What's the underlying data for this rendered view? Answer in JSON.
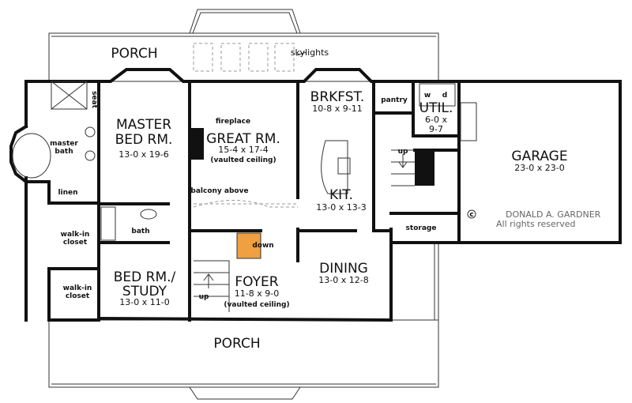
{
  "porch_top": "PORCH",
  "porch_bottom": "PORCH",
  "skylights": "skylights",
  "rooms": {
    "master": {
      "name1": "MASTER",
      "name2": "BED RM.",
      "dim": "13-0 x 19-6"
    },
    "great": {
      "name": "GREAT RM.",
      "dim": "15-4 x 17-4",
      "note": "(vaulted ceiling)"
    },
    "brkfst": {
      "name": "BRKFST.",
      "dim": "10-8 x 9-11"
    },
    "util": {
      "name": "UTIL.",
      "dim1": "6-0 x",
      "dim2": "9-7"
    },
    "garage": {
      "name": "GARAGE",
      "dim": "23-0 x 23-0"
    },
    "kit": {
      "name": "KIT.",
      "dim": "13-0 x 13-3"
    },
    "dining": {
      "name": "DINING",
      "dim": "13-0 x 12-8"
    },
    "foyer": {
      "name": "FOYER",
      "dim": "11-8 x 9-0",
      "note": "(vaulted ceiling)"
    },
    "study": {
      "name1": "BED RM./",
      "name2": "STUDY",
      "dim": "13-0 x 11-0"
    }
  },
  "labels": {
    "seat": "seat",
    "master_bath1": "master",
    "master_bath2": "bath",
    "linen": "linen",
    "walkin1a": "walk-in",
    "walkin1b": "closet",
    "walkin2a": "walk-in",
    "walkin2b": "closet",
    "bath": "bath",
    "fireplace": "fireplace",
    "balcony": "balcony above",
    "down": "down",
    "up_foyer": "up",
    "up_garage": "up",
    "pantry": "pantry",
    "washer": "w",
    "dryer": "d",
    "storage": "storage"
  },
  "copyright": {
    "symbol": "c",
    "line1": "DONALD A. GARDNER",
    "line2": "All rights reserved"
  },
  "colors": {
    "stair_highlight": "#f0a040",
    "wall": "#111111"
  }
}
